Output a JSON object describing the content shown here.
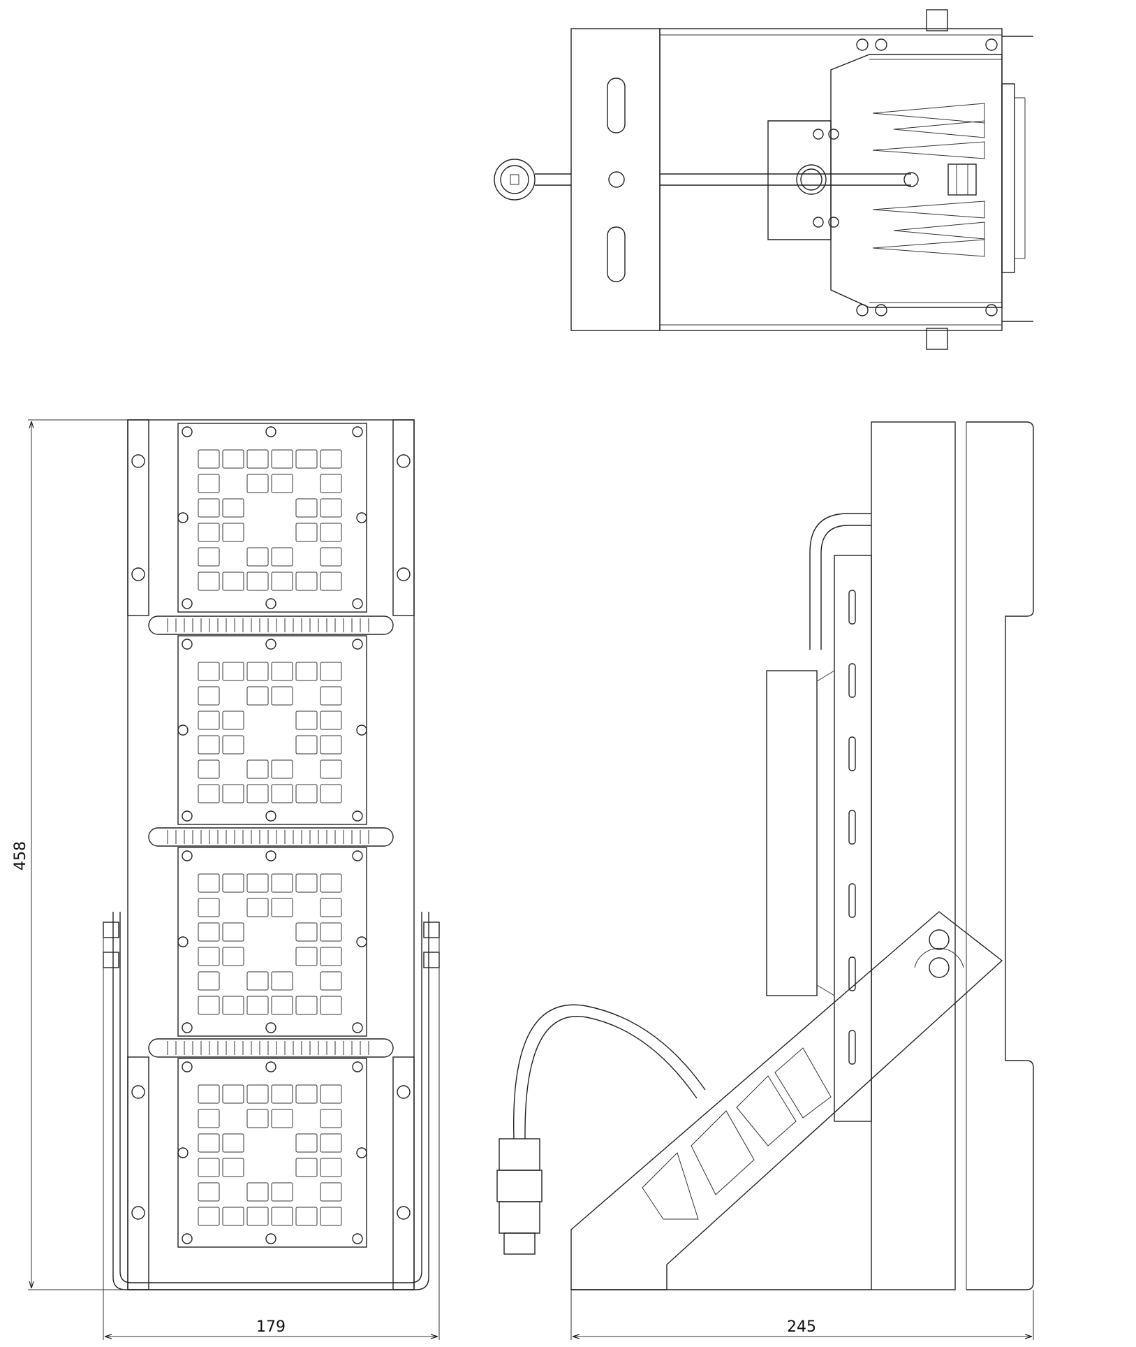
{
  "dimensions": {
    "height": "458",
    "front_width": "179",
    "side_depth": "245"
  },
  "colors": {
    "line": "#222222",
    "background": "#ffffff"
  }
}
